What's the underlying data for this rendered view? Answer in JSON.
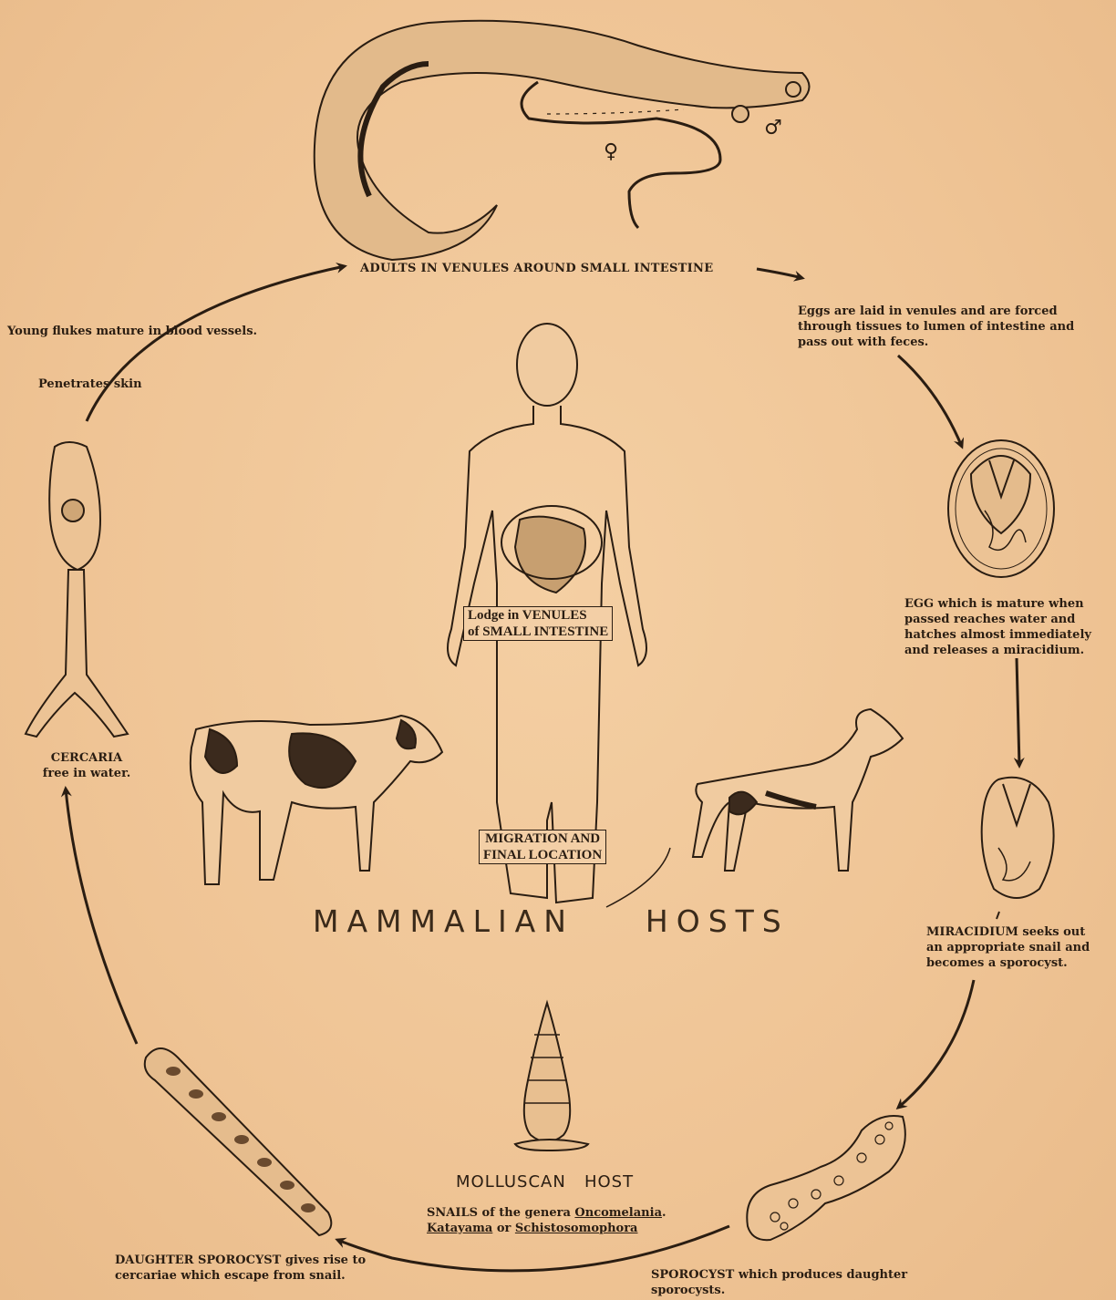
{
  "stages": {
    "adults": "ADULTS IN VENULES AROUND SMALL INTESTINE",
    "female_symbol": "♀",
    "male_symbol": "♂",
    "eggs_laid": [
      "Eggs are laid in venules and are forced",
      "through tissues to lumen of intestine and",
      "pass out with feces."
    ],
    "egg": [
      "EGG which is mature when",
      "passed reaches water and",
      "hatches almost immediately",
      "and releases a miracidium."
    ],
    "miracidium_term": "MIRACIDIUM",
    "miracidium_rest": " seeks out",
    "miracidium_lines": [
      "an appropriate snail and",
      "becomes a sporocyst."
    ],
    "sporocyst_term": "SPOROCYST",
    "sporocyst_rest": " which produces daughter",
    "sporocyst_line2": "sporocysts.",
    "daughter_term": "DAUGHTER SPOROCYST",
    "daughter_rest": " gives rise to",
    "daughter_line2": "cercariae which escape  from snail.",
    "cercaria_title": "CERCARIA",
    "cercaria_sub": "free in water.",
    "penetrates": "Penetrates skin",
    "young_flukes": "Young flukes mature in blood vessels."
  },
  "hosts": {
    "mammalian": "MAMMALIAN    HOSTS",
    "lodge_line1": "Lodge in VENULES",
    "lodge_line2": "of SMALL INTESTINE",
    "migration_line1": "MIGRATION AND",
    "migration_line2": "FINAL LOCATION",
    "molluscan": "MOLLUSCAN   HOST",
    "snails_prefix": "SNAILS of the genera ",
    "genus1": "Oncomelania",
    "genus1_sep": ".",
    "genus2": "Katayama",
    "genus_or": " or ",
    "genus3": "Schistosomophora"
  },
  "colors": {
    "paper": "#f0c79a",
    "ink": "#2a1d12"
  }
}
